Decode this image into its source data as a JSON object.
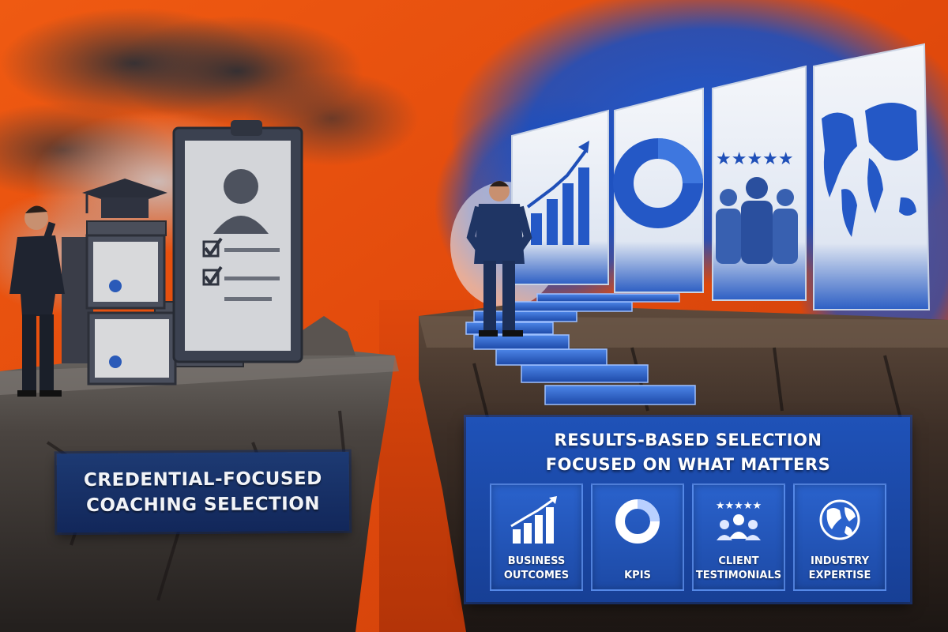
{
  "left_banner": {
    "line1": "CREDENTIAL-FOCUSED",
    "line2": "COACHING SELECTION"
  },
  "right_banner": {
    "line1": "RESULTS-BASED SELECTION",
    "line2": "FOCUSED ON WHAT MATTERS",
    "tiles": [
      {
        "icon": "bar-chart-growth-icon",
        "line1": "BUSINESS",
        "line2": "OUTCOMES"
      },
      {
        "icon": "donut-chart-icon",
        "line1": "KPIS",
        "line2": ""
      },
      {
        "icon": "five-stars-people-icon",
        "line1": "CLIENT",
        "line2": "TESTIMONIALS"
      },
      {
        "icon": "globe-icon",
        "line1": "INDUSTRY",
        "line2": "EXPERTISE"
      }
    ]
  },
  "colors": {
    "background_orange": "#e8510f",
    "accent_blue": "#1f52b8",
    "rock_dark": "#3d3632",
    "slate": "#3b4150"
  }
}
